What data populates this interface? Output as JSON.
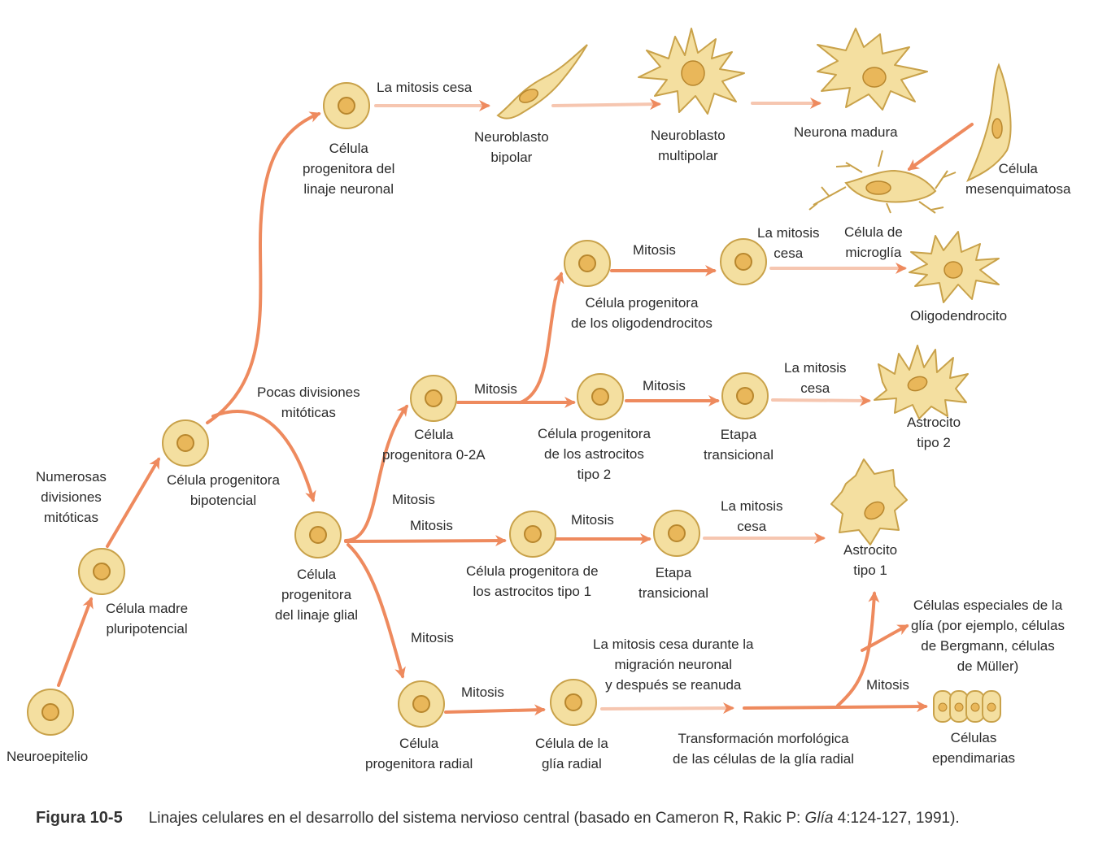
{
  "colors": {
    "cell_fill": "#f4dfa0",
    "cell_stroke": "#c9a24a",
    "nucleus_fill": "#e9b75a",
    "arrow_solid": "#ee8a5e",
    "arrow_faint": "#f6c6b0"
  },
  "labels": {
    "neuroepitelio": "Neuroepitelio",
    "celula_madre": "Célula madre\npluripotencial",
    "numerosas": "Numerosas\ndivisiones\nmitóticas",
    "bipotencial": "Célula progenitora\nbipotencial",
    "pocas": "Pocas divisiones\nmitóticas",
    "prog_neuronal": "Célula\nprogenitora del\nlinaje neuronal",
    "mitosis_cesa_1": "La mitosis cesa",
    "neuroblasto_bipolar": "Neuroblasto\nbipolar",
    "neuroblasto_multipolar": "Neuroblasto\nmultipolar",
    "neurona_madura": "Neurona madura",
    "mesenquimatosa": "Célula\nmesenquimatosa",
    "prog_glial": "Célula\nprogenitora\ndel linaje glial",
    "prog_02a": "Célula\nprogenitora 0-2A",
    "mitosis_02a": "Mitosis",
    "mitosis_oligo": "Mitosis",
    "prog_oligo": "Célula progenitora\nde los oligodendrocitos",
    "mitosis_cesa_oligo": "La mitosis\ncesa",
    "microglia": "Célula de\nmicroglía",
    "oligodendrocito": "Oligodendrocito",
    "prog_astro2": "Célula progenitora\nde los astrocitos\ntipo 2",
    "mitosis_astro2": "Mitosis",
    "etapa_trans_2": "Etapa\ntransicional",
    "mitosis_cesa_astro2": "La mitosis\ncesa",
    "astrocito2": "Astrocito\ntipo 2",
    "mitosis_glial_a": "Mitosis",
    "mitosis_glial_b": "Mitosis",
    "prog_astro1": "Célula progenitora de\nlos astrocitos tipo 1",
    "mitosis_astro1": "Mitosis",
    "etapa_trans_1": "Etapa\ntransicional",
    "mitosis_cesa_astro1": "La mitosis\ncesa",
    "astrocito1": "Astrocito\ntipo 1",
    "mitosis_radial_down": "Mitosis",
    "prog_radial": "Célula\nprogenitora radial",
    "mitosis_radial": "Mitosis",
    "glia_radial": "Célula de la\nglía radial",
    "mitosis_cesa_migracion": "La mitosis cesa durante la\nmigración neuronal\ny después se reanuda",
    "transformacion": "Transformación morfológica\nde las células de la glía radial",
    "mitosis_ependimaria": "Mitosis",
    "especiales": "Células especiales de la\nglía (por ejemplo, células\nde Bergmann, células\nde Müller)",
    "ependimarias": "Células\nependimarias"
  },
  "caption": {
    "figure": "Figura 10-5",
    "text_before": "Linajes celulares en el desarrollo del sistema nervioso central (basado en Cameron R, Rakic P: ",
    "journal": "Glía",
    "text_after": " 4:124-127, 1991)."
  }
}
